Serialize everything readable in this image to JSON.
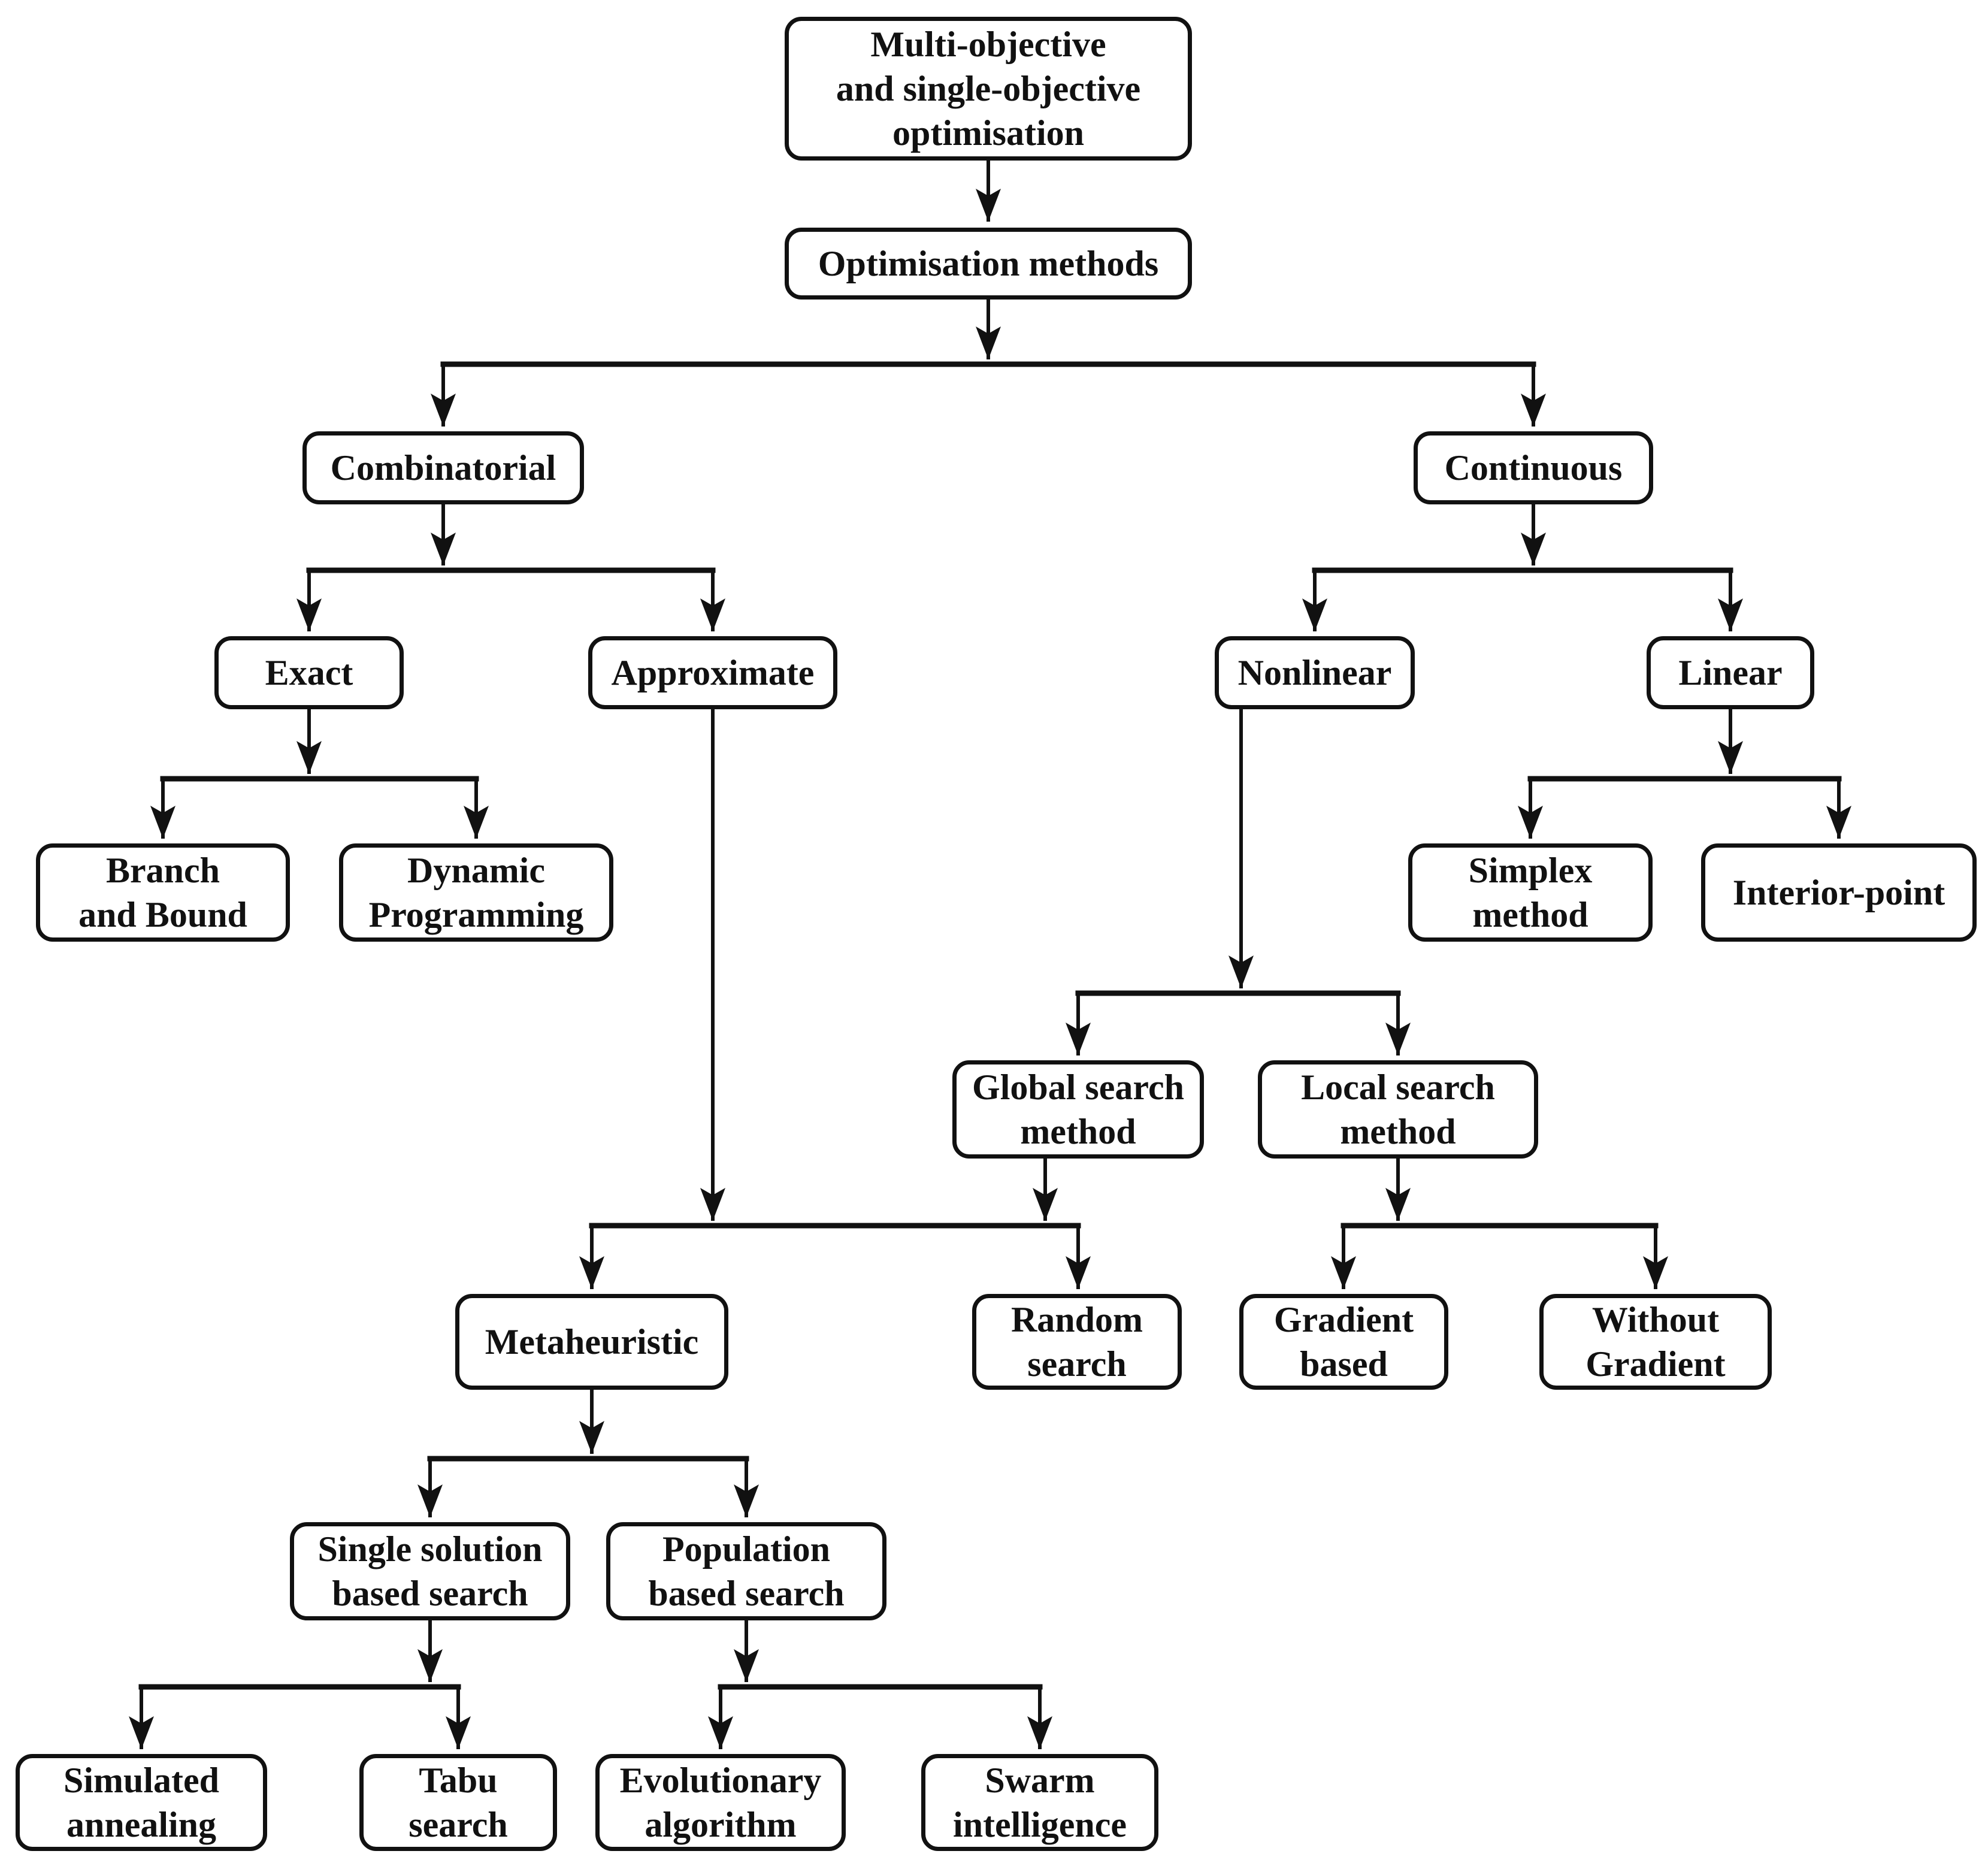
{
  "diagram": {
    "type": "flowchart",
    "colors": {
      "line": "#111111",
      "background": "#ffffff",
      "text": "#111111"
    },
    "nodes": {
      "root": {
        "label": "Multi-objective\nand single-objective\noptimisation"
      },
      "methods": {
        "label": "Optimisation methods"
      },
      "combinatorial": {
        "label": "Combinatorial"
      },
      "continuous": {
        "label": "Continuous"
      },
      "exact": {
        "label": "Exact"
      },
      "approximate": {
        "label": "Approximate"
      },
      "nonlinear": {
        "label": "Nonlinear"
      },
      "linear": {
        "label": "Linear"
      },
      "branch_and_bound": {
        "label": "Branch\nand Bound"
      },
      "dynamic_programming": {
        "label": "Dynamic\nProgramming"
      },
      "simplex_method": {
        "label": "Simplex\nmethod"
      },
      "interior_point": {
        "label": "Interior-point"
      },
      "global_search": {
        "label": "Global search\nmethod"
      },
      "local_search": {
        "label": "Local search\nmethod"
      },
      "metaheuristic": {
        "label": "Metaheuristic"
      },
      "random_search": {
        "label": "Random\nsearch"
      },
      "gradient_based": {
        "label": "Gradient\nbased"
      },
      "without_gradient": {
        "label": "Without\nGradient"
      },
      "single_solution": {
        "label": "Single solution\nbased search"
      },
      "population": {
        "label": "Population\nbased search"
      },
      "simulated_annealing": {
        "label": "Simulated\nannealing"
      },
      "tabu_search": {
        "label": "Tabu\nsearch"
      },
      "evolutionary_algorithm": {
        "label": "Evolutionary\nalgorithm"
      },
      "swarm_intelligence": {
        "label": "Swarm\nintelligence"
      }
    },
    "edges": [
      [
        "root",
        "methods"
      ],
      [
        "methods",
        "combinatorial"
      ],
      [
        "methods",
        "continuous"
      ],
      [
        "combinatorial",
        "exact"
      ],
      [
        "combinatorial",
        "approximate"
      ],
      [
        "exact",
        "branch_and_bound"
      ],
      [
        "exact",
        "dynamic_programming"
      ],
      [
        "continuous",
        "nonlinear"
      ],
      [
        "continuous",
        "linear"
      ],
      [
        "linear",
        "simplex_method"
      ],
      [
        "linear",
        "interior_point"
      ],
      [
        "nonlinear",
        "global_search"
      ],
      [
        "nonlinear",
        "local_search"
      ],
      [
        "local_search",
        "gradient_based"
      ],
      [
        "local_search",
        "without_gradient"
      ],
      [
        "metaheuristic",
        "single_solution"
      ],
      [
        "metaheuristic",
        "population"
      ],
      [
        "single_solution",
        "simulated_annealing"
      ],
      [
        "single_solution",
        "tabu_search"
      ],
      [
        "population",
        "evolutionary_algorithm"
      ],
      [
        "population",
        "swarm_intelligence"
      ]
    ],
    "shared_junction": {
      "parents": [
        "approximate",
        "global_search"
      ],
      "children": [
        "metaheuristic",
        "random_search"
      ]
    }
  }
}
